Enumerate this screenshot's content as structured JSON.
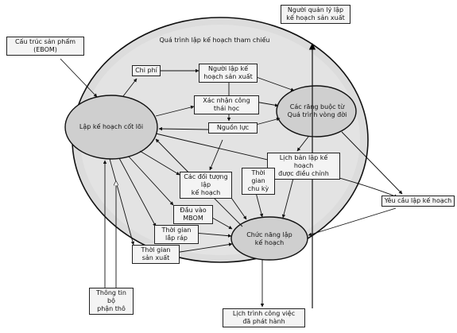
{
  "diagram": {
    "outer_title": "Quá trình lập kế hoạch tham chiếu",
    "external": {
      "ebom": "Cấu trúc sản phẩm\n(EBOM)",
      "manager": "Người quản lý lập\nkế hoạch sản xuất",
      "requirements": "Yêu cầu lập kế hoạch",
      "partial_info": "Thông tin bộ\nphận thô",
      "work_schedule": "Lịch trình công việc\nđã phát hành"
    },
    "hubs": {
      "core": "Lập kế hoạch cốt lõi",
      "lifecycle": "Các răng buộc từ\nQuá trình vòng đời",
      "function": "Chức năng lập\nkế hoạch"
    },
    "nodes": {
      "cost": "Chi phí",
      "planner": "Người lập kế\nhoạch sản xuất",
      "ergonomics": "Xác nhận công\nthái học",
      "resources": "Nguồn lực",
      "adjusted": "Lịch bản lập kế hoạch\nđược điều chỉnh",
      "cycle_time": "Thời gian\nchu kỳ",
      "planning_objects": "Các đối tượng lập\nkế hoạch",
      "mbom": "Đầu vào\nMBOM",
      "assembly_time": "Thời gian\nlắp ráp",
      "production_time": "Thời gian\nsản xuất"
    }
  }
}
